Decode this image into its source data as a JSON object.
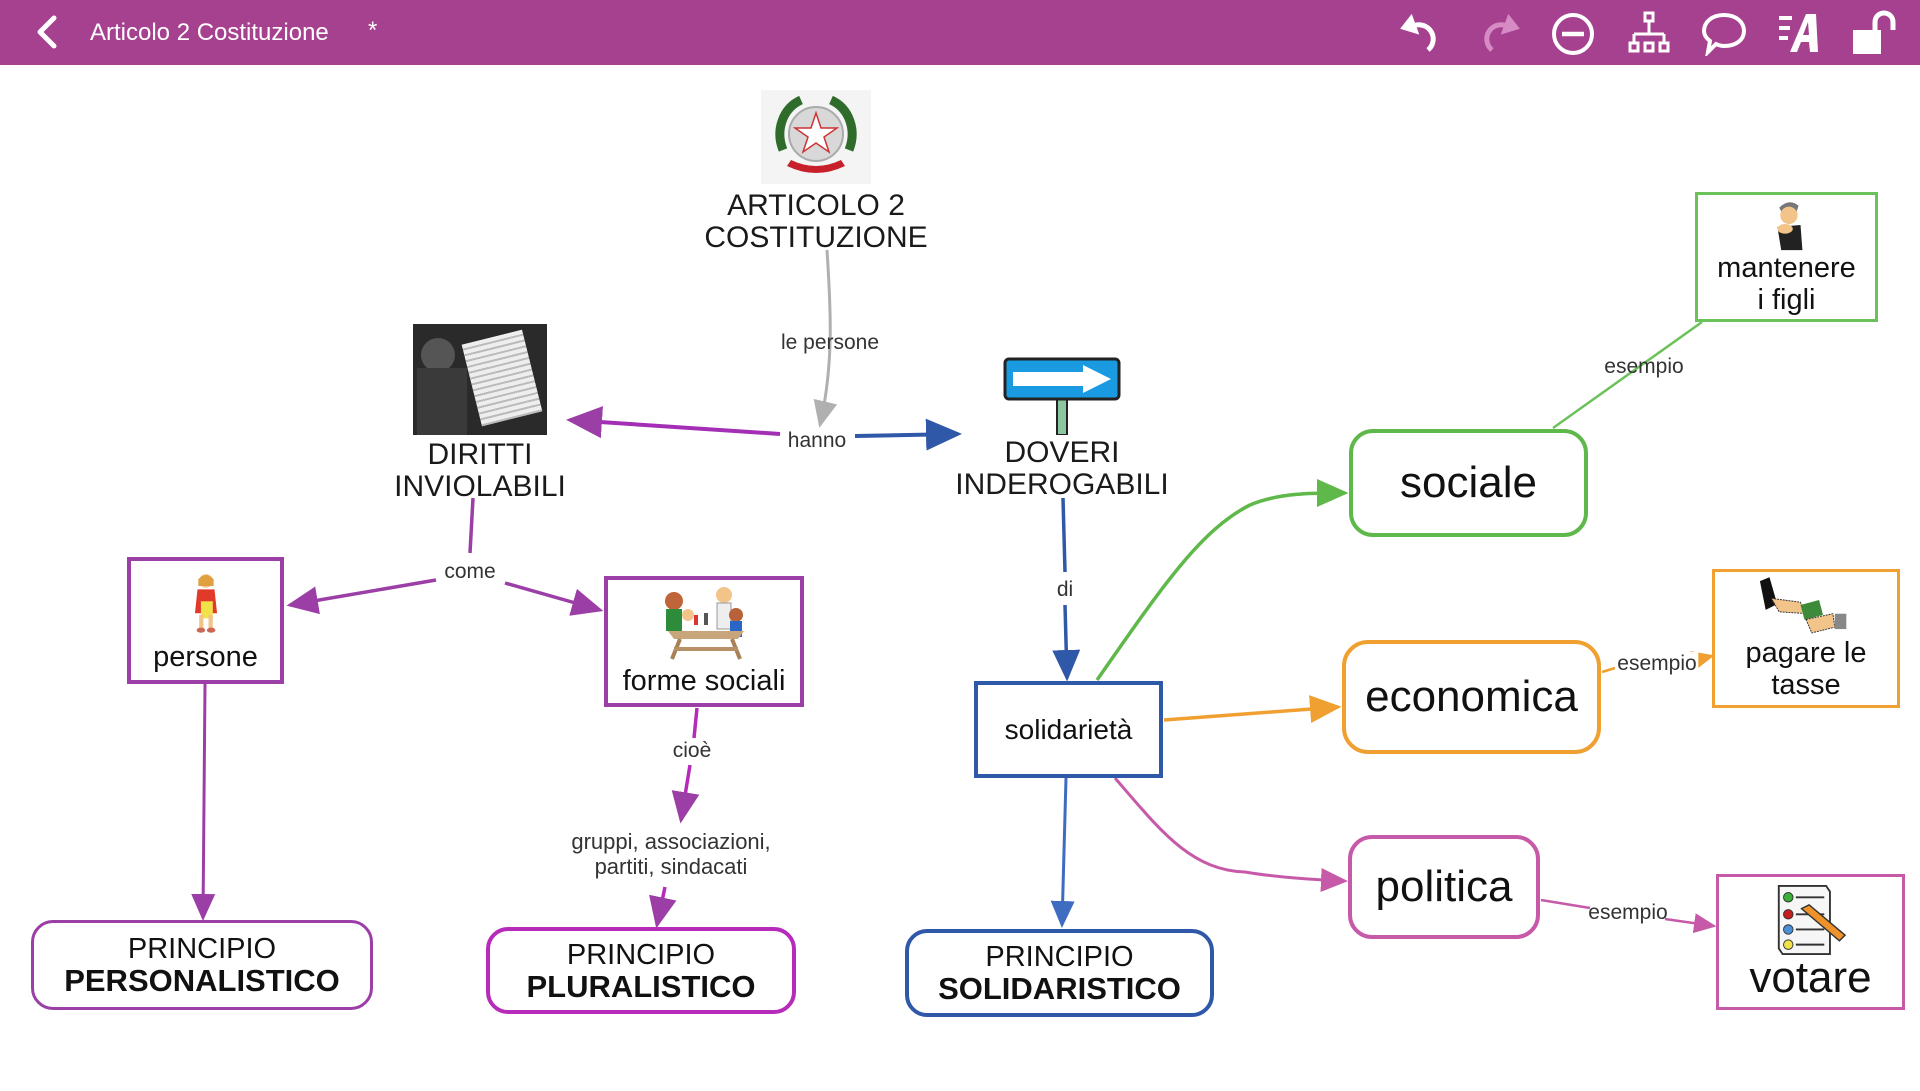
{
  "header": {
    "title": "Articolo 2 Costituzione",
    "unsaved_marker": "*",
    "background": "#a5418f",
    "tools": [
      {
        "name": "undo",
        "icon": "undo-icon",
        "enabled": true
      },
      {
        "name": "redo",
        "icon": "redo-icon",
        "enabled": false
      },
      {
        "name": "remove",
        "icon": "minus-circle-icon",
        "enabled": true
      },
      {
        "name": "hierarchy",
        "icon": "hierarchy-icon",
        "enabled": true
      },
      {
        "name": "comment",
        "icon": "speech-bubble-icon",
        "enabled": true
      },
      {
        "name": "text-style",
        "icon": "text-format-icon",
        "enabled": true
      },
      {
        "name": "lock",
        "icon": "unlock-icon",
        "enabled": true
      }
    ]
  },
  "map": {
    "colors": {
      "purple": "#9b3fa6",
      "blue": "#2f58a8",
      "green": "#5fb84a",
      "orange": "#f0a030",
      "pink": "#c75aa8",
      "gray": "#b0b0b0"
    },
    "nodes": {
      "root": {
        "line1": "ARTICOLO 2",
        "line2": "COSTITUZIONE",
        "image": "italian-emblem"
      },
      "diritti": {
        "line1": "DIRITTI",
        "line2": "INVIOLABILI",
        "image": "newspaper-photo"
      },
      "doveri": {
        "line1": "DOVERI",
        "line2": "INDEROGABILI",
        "image": "one-way-sign"
      },
      "persone": {
        "label": "persone",
        "image": "girl-pictogram"
      },
      "forme_sociali": {
        "label": "forme sociali",
        "image": "family-table-pictogram"
      },
      "gruppi": {
        "line1": "gruppi, associazioni,",
        "line2": "partiti, sindacati"
      },
      "personalistico": {
        "line1": "PRINCIPIO",
        "line2": "PERSONALISTICO"
      },
      "pluralistico": {
        "line1": "PRINCIPIO",
        "line2": "PLURALISTICO"
      },
      "solidaristico": {
        "line1": "PRINCIPIO",
        "line2": "SOLIDARISTICO"
      },
      "solidarieta": {
        "label": "solidarietà"
      },
      "sociale": {
        "label": "sociale"
      },
      "economica": {
        "label": "economica"
      },
      "politica": {
        "label": "politica"
      },
      "mantenere": {
        "line1": "mantenere",
        "line2": "i figli",
        "image": "parent-pictogram"
      },
      "pagare": {
        "line1": "pagare le",
        "line2": "tasse",
        "image": "paying-pictogram"
      },
      "votare": {
        "label": "votare",
        "image": "ballot-pictogram"
      }
    },
    "links": {
      "le_persone": "le persone",
      "hanno": "hanno",
      "come": "come",
      "cioe": "cioè",
      "di": "di",
      "esempio_sociale": "esempio",
      "esempio_economica": "esempio",
      "esempio_politica": "esempio"
    }
  }
}
